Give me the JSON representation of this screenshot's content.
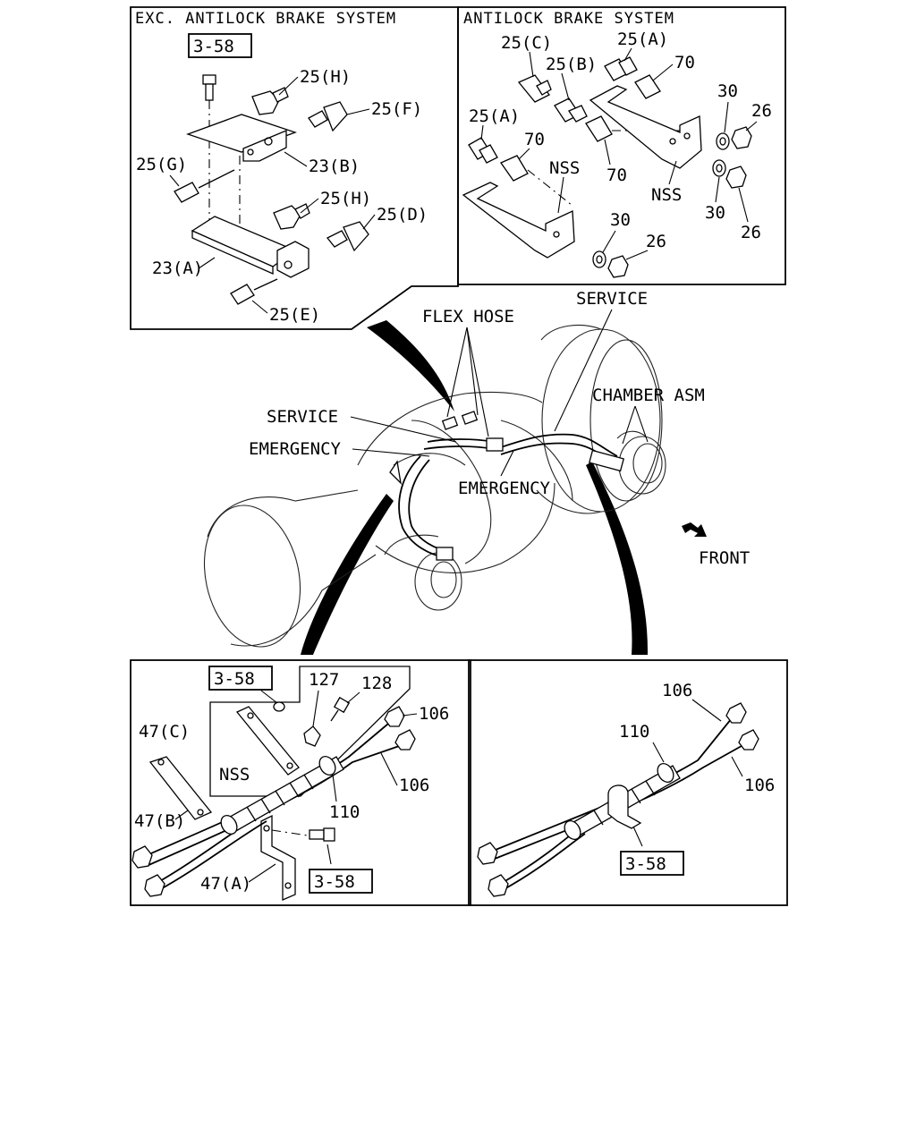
{
  "panels": {
    "exc_abs": {
      "title": "EXC. ANTILOCK BRAKE SYSTEM",
      "ref_box": "3-58",
      "labels": {
        "h1": "25(H)",
        "f": "25(F)",
        "g": "25(G)",
        "b23": "23(B)",
        "h2": "25(H)",
        "d": "25(D)",
        "a23": "23(A)",
        "e": "25(E)"
      }
    },
    "abs": {
      "title": "ANTILOCK BRAKE SYSTEM",
      "labels": {
        "c": "25(C)",
        "a_top": "25(A)",
        "b": "25(B)",
        "n70_top": "70",
        "a_left": "25(A)",
        "n70_mid": "70",
        "n70_low": "70",
        "nss_left": "NSS",
        "nss_right": "NSS",
        "n30_a": "30",
        "n26_a": "26",
        "n30_b": "30",
        "n26_b": "26",
        "n30_c": "30",
        "n26_c": "26"
      }
    },
    "axle": {
      "labels": {
        "flex_hose": "FLEX HOSE",
        "service_top": "SERVICE",
        "service_left": "SERVICE",
        "emergency_left": "EMERGENCY",
        "emergency_low": "EMERGENCY",
        "chamber": "CHAMBER ASM",
        "front": "FRONT"
      }
    },
    "hose_left": {
      "ref_top": "3-58",
      "ref_bottom": "3-58",
      "labels": {
        "n127": "127",
        "n128": "128",
        "n106_top": "106",
        "n106_mid": "106",
        "n47c": "47(C)",
        "nss": "NSS",
        "n47b": "47(B)",
        "n110": "110",
        "n47a": "47(A)"
      }
    },
    "hose_right": {
      "ref_box": "3-58",
      "labels": {
        "n106_top": "106",
        "n110": "110",
        "n106_right": "106"
      }
    }
  },
  "icons": {
    "arrow": "front-direction-arrow",
    "fitting": "hose-fitting-icon",
    "nut": "hex-nut-icon"
  }
}
